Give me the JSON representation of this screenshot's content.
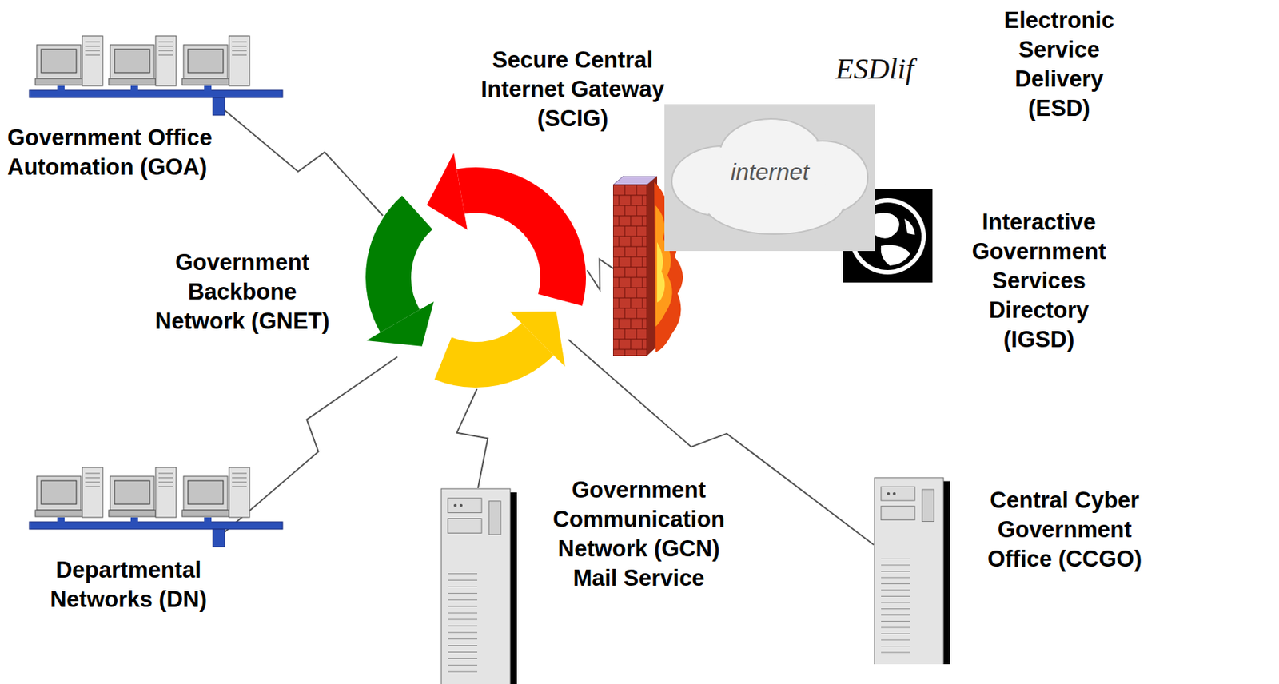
{
  "diagram": {
    "nodes": [
      {
        "text": [
          "Government Office Automation (GOA)"
        ]
      },
      {
        "text": [
          "Secure Central Internet Gateway (SCIG)"
        ]
      },
      {
        "text": [
          "internet"
        ]
      },
      {
        "text": [
          "Electronic Service Delivery (ESD)"
        ]
      },
      {
        "text": [
          "Government Backbone Network (GNET)"
        ]
      },
      {
        "text": [
          "Interactive Government Services Directory (IGSD)"
        ]
      },
      {
        "text": [
          "Departmental Networks (DN)"
        ]
      },
      {
        "text": [
          "Government Communication Network (GCN) Mail Service"
        ]
      },
      {
        "text": [
          "Central Cyber Government Office (CCGO)"
        ]
      }
    ],
    "edges": [
      {
        "from": 0,
        "to": 4,
        "arrow": "none"
      },
      {
        "from": 1,
        "to": 4,
        "arrow": "none"
      },
      {
        "from": 6,
        "to": 4,
        "arrow": "none"
      },
      {
        "from": 7,
        "to": 4,
        "arrow": "none"
      },
      {
        "from": 8,
        "to": 4,
        "arrow": "none"
      }
    ],
    "labels": [
      "ESDlif"
    ]
  }
}
